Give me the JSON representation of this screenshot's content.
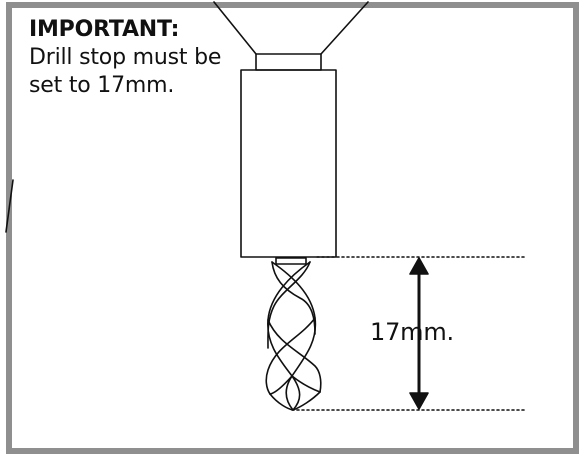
{
  "note": {
    "title": "IMPORTANT:",
    "text": "Drill stop must be set to 17mm."
  },
  "measurement": {
    "label": "17mm."
  },
  "colors": {
    "frame": "#8f8f8f",
    "line": "#111111",
    "background": "#ffffff"
  },
  "icons": {
    "arrow": "double-headed-vertical-arrow",
    "tool": "drill-bit"
  }
}
